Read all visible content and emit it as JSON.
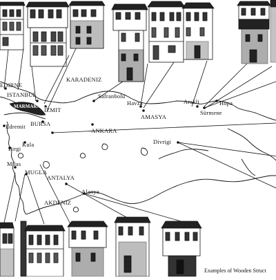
{
  "place_labels": {
    "edirne": "EDIRNE",
    "istanbul": "ISTANBUL",
    "marmara": "MARMARA D.",
    "izmit": "IZMIT",
    "karadeniz": "KARADENIZ",
    "safranbolu": "Safranbolu",
    "havza": "Havza",
    "amasya": "AMASYA",
    "arakli": "Arakli",
    "hopa": "Hopa",
    "surmene": "Sürmene",
    "bursa": "BURSA",
    "edremit": "Edremit",
    "ankara": "ANKARA",
    "divrigi": "Divrigi",
    "birgi": "Birgi",
    "kula": "Kula",
    "milas": "Milas",
    "mugla": "MUGLA",
    "antalya": "ANTALYA",
    "alanya": "Alanya",
    "akdeniz": "AKDENIZ"
  },
  "caption": "Examples of Wooden Struct"
}
